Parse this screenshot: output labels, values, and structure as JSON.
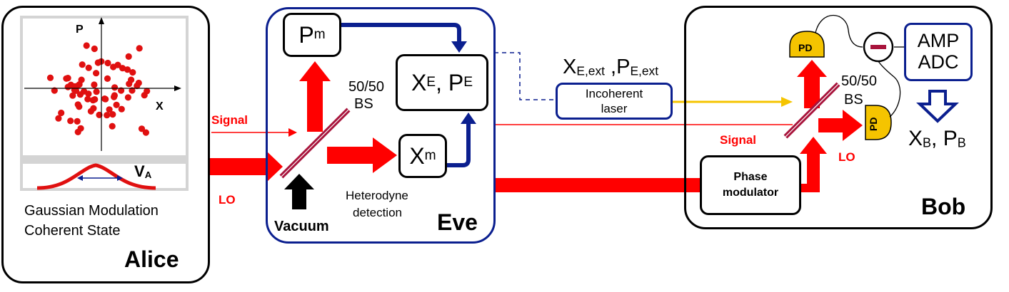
{
  "alice": {
    "name": "Alice",
    "axis_p": "P",
    "axis_x": "X",
    "variance": "V",
    "variance_sub": "A",
    "caption_line1": "Gaussian Modulation",
    "caption_line2": "Coherent State"
  },
  "beams": {
    "signal": "Signal",
    "lo": "LO",
    "vacuum": "Vacuum"
  },
  "eve": {
    "name": "Eve",
    "bs_line1": "50/50",
    "bs_line2": "BS",
    "pm_main": "P",
    "pm_sub": "m",
    "xm_main": "X",
    "xm_sub": "m",
    "xe_x": "X",
    "xe_sub1": "E",
    "xe_mid": ", P",
    "xe_sub2": "E",
    "detection_line1": "Heterodyne",
    "detection_line2": "detection"
  },
  "laser": {
    "label_x": "X",
    "label_x_sub": "E,ext",
    "label_sep": " ,P",
    "label_p_sub": "E,ext",
    "box_line1": "Incoherent",
    "box_line2": "laser"
  },
  "bob": {
    "name": "Bob",
    "signal": "Signal",
    "lo": "LO",
    "bs_line1": "50/50",
    "bs_line2": "BS",
    "pd_top": "PD",
    "pd_right": "PD",
    "amp": "AMP",
    "adc": "ADC",
    "phase_line1": "Phase",
    "phase_line2": "modulator",
    "out_x": "X",
    "out_x_sub": "B",
    "out_mid": ", P",
    "out_p_sub": "B"
  },
  "colors": {
    "beam": "#ff0000",
    "eve_border": "#0b1f8f",
    "laser_beam": "#f5c400",
    "pd_fill": "#f5c400",
    "dots": "#e01010",
    "bs": "#a8143c"
  }
}
